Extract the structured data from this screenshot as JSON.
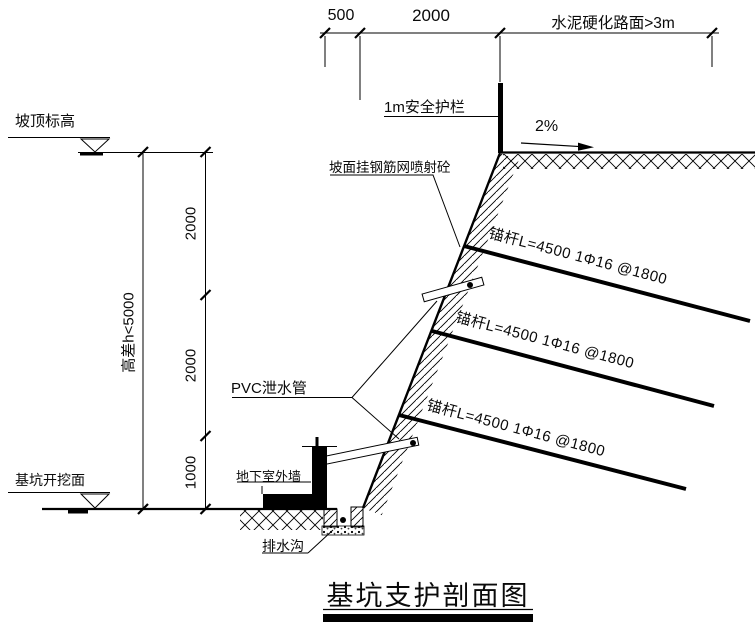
{
  "drawing": {
    "title": "基坑支护剖面图",
    "line_color": "#000000",
    "background": "#ffffff"
  },
  "top_dimension": {
    "d500": "500",
    "d2000": "2000",
    "road": "水泥硬化路面>3m"
  },
  "vertical_dimension": {
    "total": "高差h<5000",
    "seg1": "2000",
    "seg2": "2000",
    "seg3": "1000"
  },
  "labels": {
    "slope_top_level": "坡顶标高",
    "pit_excavation_level": "基坑开挖面",
    "safety_railing": "1m安全护栏",
    "road_grade": "2%",
    "shotcrete": "坡面挂钢筋网喷射砼",
    "pvc_drain_pipe": "PVC泄水管",
    "basement_wall": "地下室外墙",
    "drain_ditch": "排水沟"
  },
  "anchors": [
    {
      "label": "锚杆L=4500 1Φ16 @1800"
    },
    {
      "label": "锚杆L=4500 1Φ16 @1800"
    },
    {
      "label": "锚杆L=4500 1Φ16 @1800"
    }
  ]
}
